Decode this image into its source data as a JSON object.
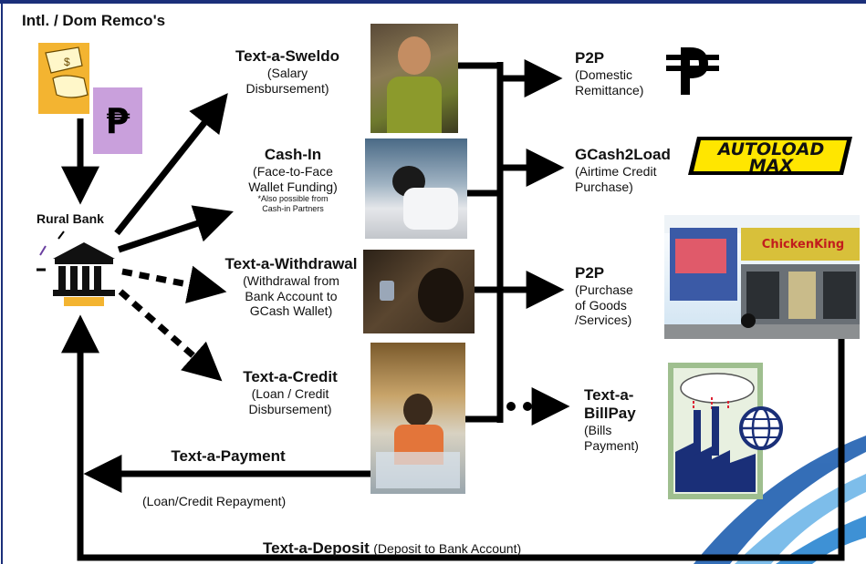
{
  "source": {
    "title": "Intl. / Dom Remco's"
  },
  "bank": {
    "label": "Rural Bank"
  },
  "services": {
    "sweldo": {
      "title": "Text-a-Sweldo",
      "line1": "(Salary",
      "line2": "Disbursement)"
    },
    "cashin": {
      "title": "Cash-In",
      "line1": "(Face-to-Face",
      "line2": "Wallet Funding)",
      "note1": "*Also possible from",
      "note2": "Cash-in Partners"
    },
    "withdrawal": {
      "title": "Text-a-Withdrawal",
      "line1": "(Withdrawal from",
      "line2": "Bank Account to",
      "line3": "GCash Wallet)"
    },
    "credit": {
      "title": "Text-a-Credit",
      "line1": "(Loan / Credit",
      "line2": "Disbursement)"
    }
  },
  "payment": {
    "title": "Text-a-Payment",
    "sub": "(Loan/Credit Repayment)"
  },
  "deposit": {
    "title": "Text-a-Deposit",
    "sub": "(Deposit to Bank Account)"
  },
  "outputs": {
    "p2p_remit": {
      "title": "P2P",
      "line1": "(Domestic",
      "line2": "Remittance)"
    },
    "gcash2load": {
      "title": "GCash2Load",
      "line1": "(Airtime Credit",
      "line2": "Purchase)"
    },
    "p2p_goods": {
      "title": "P2P",
      "line1": "(Purchase",
      "line2": "of Goods",
      "line3": "/Services)"
    },
    "billpay": {
      "title1": "Text-a-",
      "title2": "BillPay",
      "line1": "(Bills",
      "line2": "Payment)"
    }
  },
  "logos": {
    "peso": "₱",
    "autoload_top": "AUTOLOAD",
    "autoload_bottom": "MAX",
    "store_sign": "ChickenKing"
  },
  "colors": {
    "frame": "#1b2f7a",
    "peso_box": "#c9a0dc",
    "money_box": "#f3b431",
    "autoload": "#ffe600",
    "arrow": "#000000"
  }
}
